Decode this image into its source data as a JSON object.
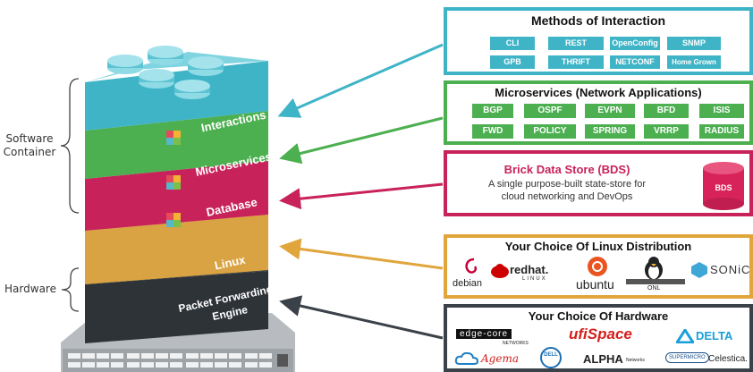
{
  "left_labels": {
    "software": [
      "Software",
      "Container"
    ],
    "hardware": "Hardware"
  },
  "stack": {
    "interactions": "Interactions",
    "microservices": "Microservices",
    "database": "Database",
    "linux": "Linux",
    "pfe_line1": "Packet Forwarding",
    "pfe_line2": "Engine"
  },
  "methods": {
    "title": "Methods of Interaction",
    "row1": [
      "CLI",
      "REST",
      "OpenConfig",
      "SNMP"
    ],
    "row2": [
      "GPB",
      "THRIFT",
      "NETCONF",
      "Home Grown"
    ]
  },
  "microservices_panel": {
    "title": "Microservices (Network Applications)",
    "row1": [
      "BGP",
      "OSPF",
      "EVPN",
      "BFD",
      "ISIS"
    ],
    "row2": [
      "FWD",
      "POLICY",
      "SPRING",
      "VRRP",
      "RADIUS"
    ]
  },
  "bds": {
    "title": "Brick Data Store (BDS)",
    "line1": "A single purpose-built state-store for",
    "line2": "cloud networking and DevOps",
    "cylinder": "BDS"
  },
  "linux_panel": {
    "title": "Your Choice Of Linux Distribution",
    "logos": [
      "debian",
      "redhat.",
      "LINUX",
      "ubuntu",
      "ONL",
      "SONiC"
    ]
  },
  "hardware_panel": {
    "title": "Your Choice Of Hardware",
    "logos": [
      "edge-core",
      "NETWORKS",
      "ufiSpace",
      "DELTA",
      "Agema",
      "DELL",
      "ALPHA",
      "Networks",
      "SUPERMICRO",
      "Celestica."
    ]
  },
  "colors": {
    "teal": "#3fb4c7",
    "green": "#4caf50",
    "crimson": "#c8225a",
    "gold": "#e0a63c",
    "dark": "#3b4148"
  }
}
